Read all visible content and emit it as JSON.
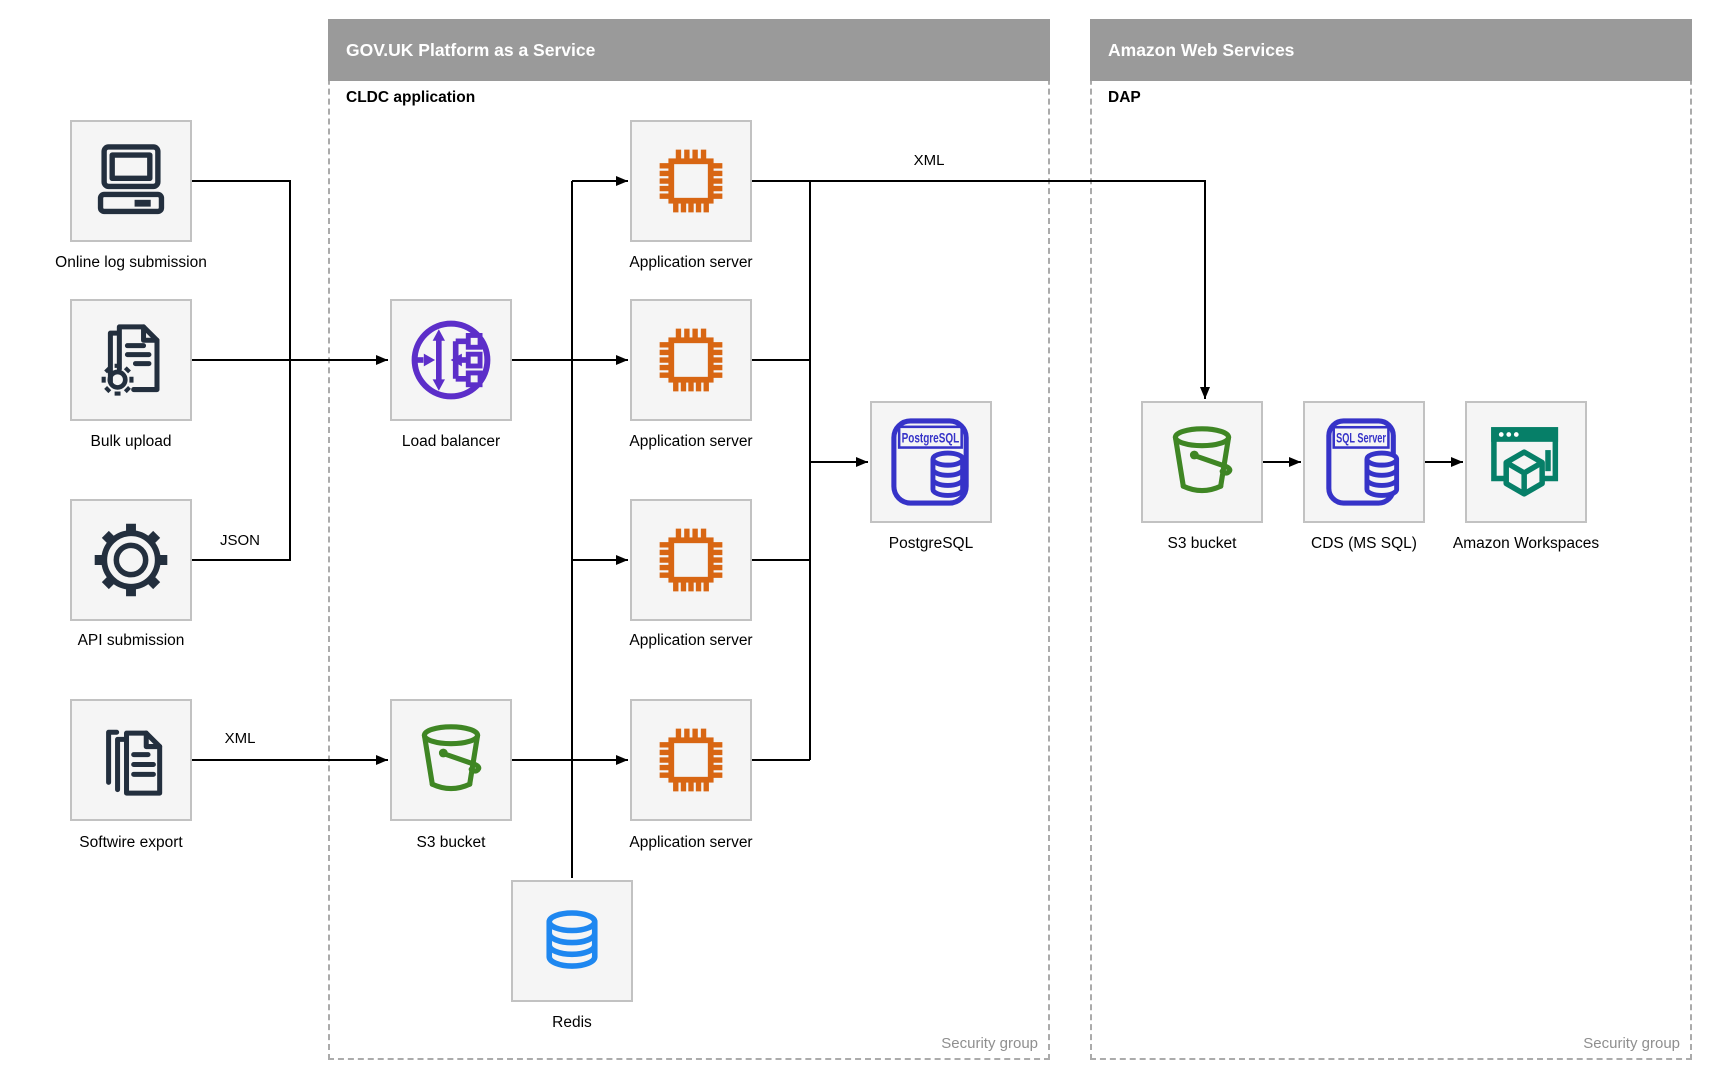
{
  "groups": {
    "govuk": {
      "title": "GOV.UK Platform as a Service",
      "subtitle": "CLDC application",
      "footer": "Security group"
    },
    "aws": {
      "title": "Amazon Web Services",
      "subtitle": "DAP",
      "footer": "Security group"
    }
  },
  "nodes": {
    "online_log": {
      "label": "Online log submission"
    },
    "bulk_upload": {
      "label": "Bulk upload"
    },
    "api_submission": {
      "label": "API submission"
    },
    "softwire_export": {
      "label": "Softwire export"
    },
    "load_balancer": {
      "label": "Load balancer"
    },
    "s3_govuk": {
      "label": "S3 bucket"
    },
    "app_server_1": {
      "label": "Application server"
    },
    "app_server_2": {
      "label": "Application server"
    },
    "app_server_3": {
      "label": "Application server"
    },
    "app_server_4": {
      "label": "Application server"
    },
    "postgresql": {
      "label": "PostgreSQL",
      "icon_text": "PostgreSQL"
    },
    "redis": {
      "label": "Redis"
    },
    "s3_aws": {
      "label": "S3 bucket"
    },
    "cds": {
      "label": "CDS (MS SQL)",
      "icon_text": "SQL Server"
    },
    "workspaces": {
      "label": "Amazon Workspaces"
    }
  },
  "edge_labels": {
    "json": "JSON",
    "xml_export": "XML",
    "xml_feed": "XML"
  },
  "colors": {
    "navy": "#232F3E",
    "orange": "#D86613",
    "green": "#3F8624",
    "purple": "#5C2EC9",
    "indigo": "#3633C8",
    "blue": "#1E87F0",
    "teal": "#067F68",
    "header_gray": "#9A9A9A"
  }
}
